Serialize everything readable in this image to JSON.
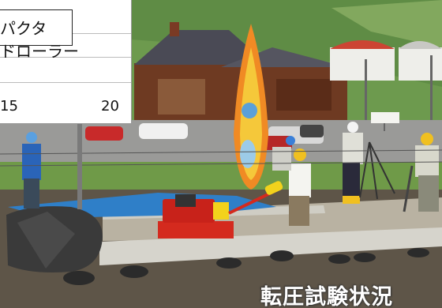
{
  "inset": {
    "label_line1": "パクタ",
    "label_line2": "ドローラー",
    "tick_left": "15",
    "tick_right": "20"
  },
  "caption": "転圧試験状況"
}
